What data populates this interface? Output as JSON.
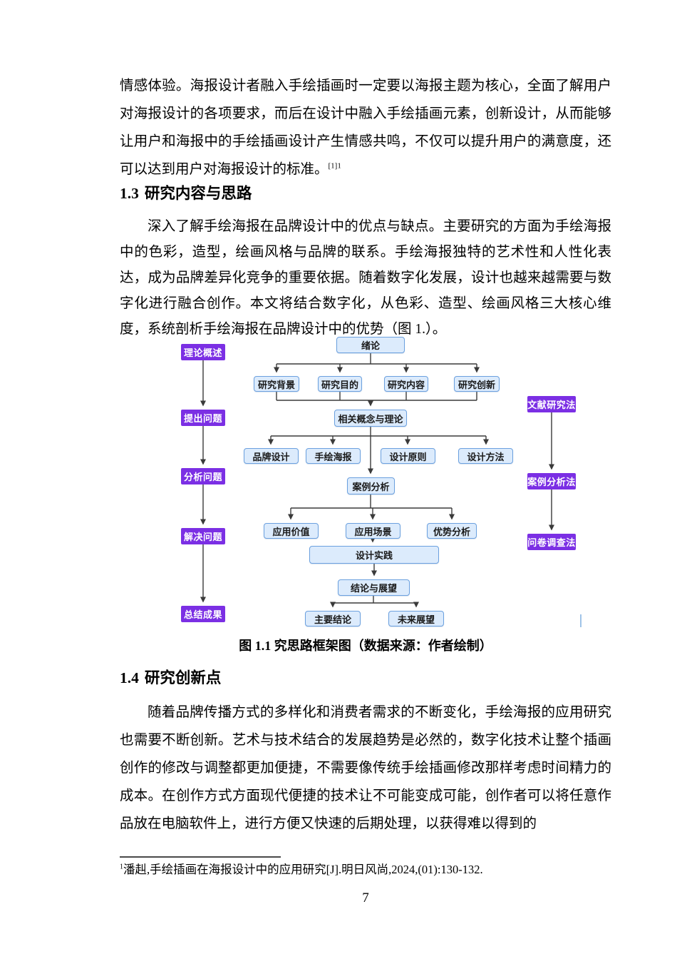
{
  "page": {
    "number": "7"
  },
  "headings": {
    "h13_num": "1.3",
    "h13_text": "研究内容与思路",
    "h14_num": "1.4",
    "h14_text": "研究创新点"
  },
  "content": {
    "p1": "情感体验。海报设计者融入手绘插画时一定要以海报主题为核心，全面了解用户对海报设计的各项要求，而后在设计中融入手绘插画元素，创新设计，从而能够让用户和海报中的手绘插画设计产生情感共鸣，不仅可以提升用户的满意度，还可以达到用户对海报设计的标准。",
    "p1_sup": "[1]1",
    "p2": "深入了解手绘海报在品牌设计中的优点与缺点。主要研究的方面为手绘海报中的色彩，造型，绘画风格与品牌的联系。手绘海报独特的艺术性和人性化表达，成为品牌差异化竞争的重要依据。随着数字化发展，设计也越来越需要与数字化进行融合创作。本文将结合数字化，从色彩、造型、绘画风格三大核心维度，系统剖析手绘海报在品牌设计中的优势（图 1.）。",
    "p3": "随着品牌传播方式的多样化和消费者需求的不断变化，手绘海报的应用研究也需要不断创新。艺术与技术结合的发展趋势是必然的，数字化技术让整个插画创作的修改与调整都更加便捷，不需要像传统手绘插画修改那样考虑时间精力的成本。在创作方式方面现代便捷的技术让不可能变成可能，创作者可以将任意作品放在电脑软件上，进行方便又快速的后期处理，以获得难以得到的"
  },
  "figure": {
    "caption": "图 1.1 究思路框架图（数据来源：作者绘制）",
    "left": [
      "理论概述",
      "提出问题",
      "分析问题",
      "解决问题",
      "总结成果"
    ],
    "right": [
      "文献研究法",
      "案例分析法",
      "问卷调查法"
    ],
    "nodes": {
      "intro": "绪论",
      "background": "研究背景",
      "purpose": "研究目的",
      "research_content": "研究内容",
      "innovation": "研究创新",
      "concepts": "相关概念与理论",
      "brand": "品牌设计",
      "poster": "手绘海报",
      "principle": "设计原则",
      "method": "设计方法",
      "case": "案例分析",
      "value": "应用价值",
      "scene": "应用场景",
      "advantage": "优势分析",
      "practice": "设计实践",
      "conclusion": "结论与展望",
      "main_conclusion": "主要结论",
      "future": "未来展望"
    }
  },
  "footnote": {
    "marker": "1",
    "text": "潘赳,手绘插画在海报设计中的应用研究[J].明日风尚,2024,(01):130-132."
  },
  "colors": {
    "node_purple": "#7b2fe4",
    "node_fill_blue": "#dcebfc",
    "node_border_blue": "#6ba0df",
    "connector": "#3a3a3a"
  }
}
